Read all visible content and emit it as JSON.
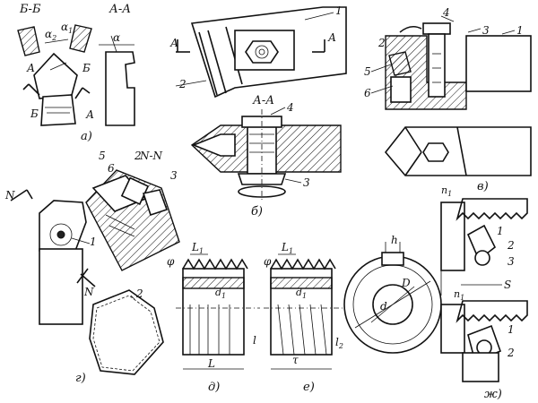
{
  "labels": {
    "section_bb": "Б-Б",
    "section_aa_a": "А-А",
    "section_aa_b": "А-А",
    "section_nn": "N-N",
    "alpha": "α",
    "alpha1": "α",
    "alpha1_sub": "1",
    "alpha2": "α",
    "alpha2_sub": "2",
    "letter_A": "А",
    "letter_B": "Б",
    "letter_N": "N",
    "letter_S": "S",
    "letter_h": "h",
    "letter_d": "d",
    "letter_D": "D",
    "letter_L": "L",
    "letter_l": "l",
    "letter_tau": "τ",
    "letter_phi": "φ",
    "letter_L1": "L",
    "sub_1": "1",
    "letter_l2": "l",
    "sub_2": "2",
    "letter_d1": "d",
    "letter_n1": "n",
    "fig_a": "а)",
    "fig_b": "б)",
    "fig_v": "в)",
    "fig_g": "г)",
    "fig_d": "д)",
    "fig_e": "е)",
    "fig_zh": "ж)"
  },
  "part_numbers": {
    "n1": "1",
    "n2": "2",
    "n3": "3",
    "n4": "4",
    "n5": "5",
    "n6": "6"
  }
}
